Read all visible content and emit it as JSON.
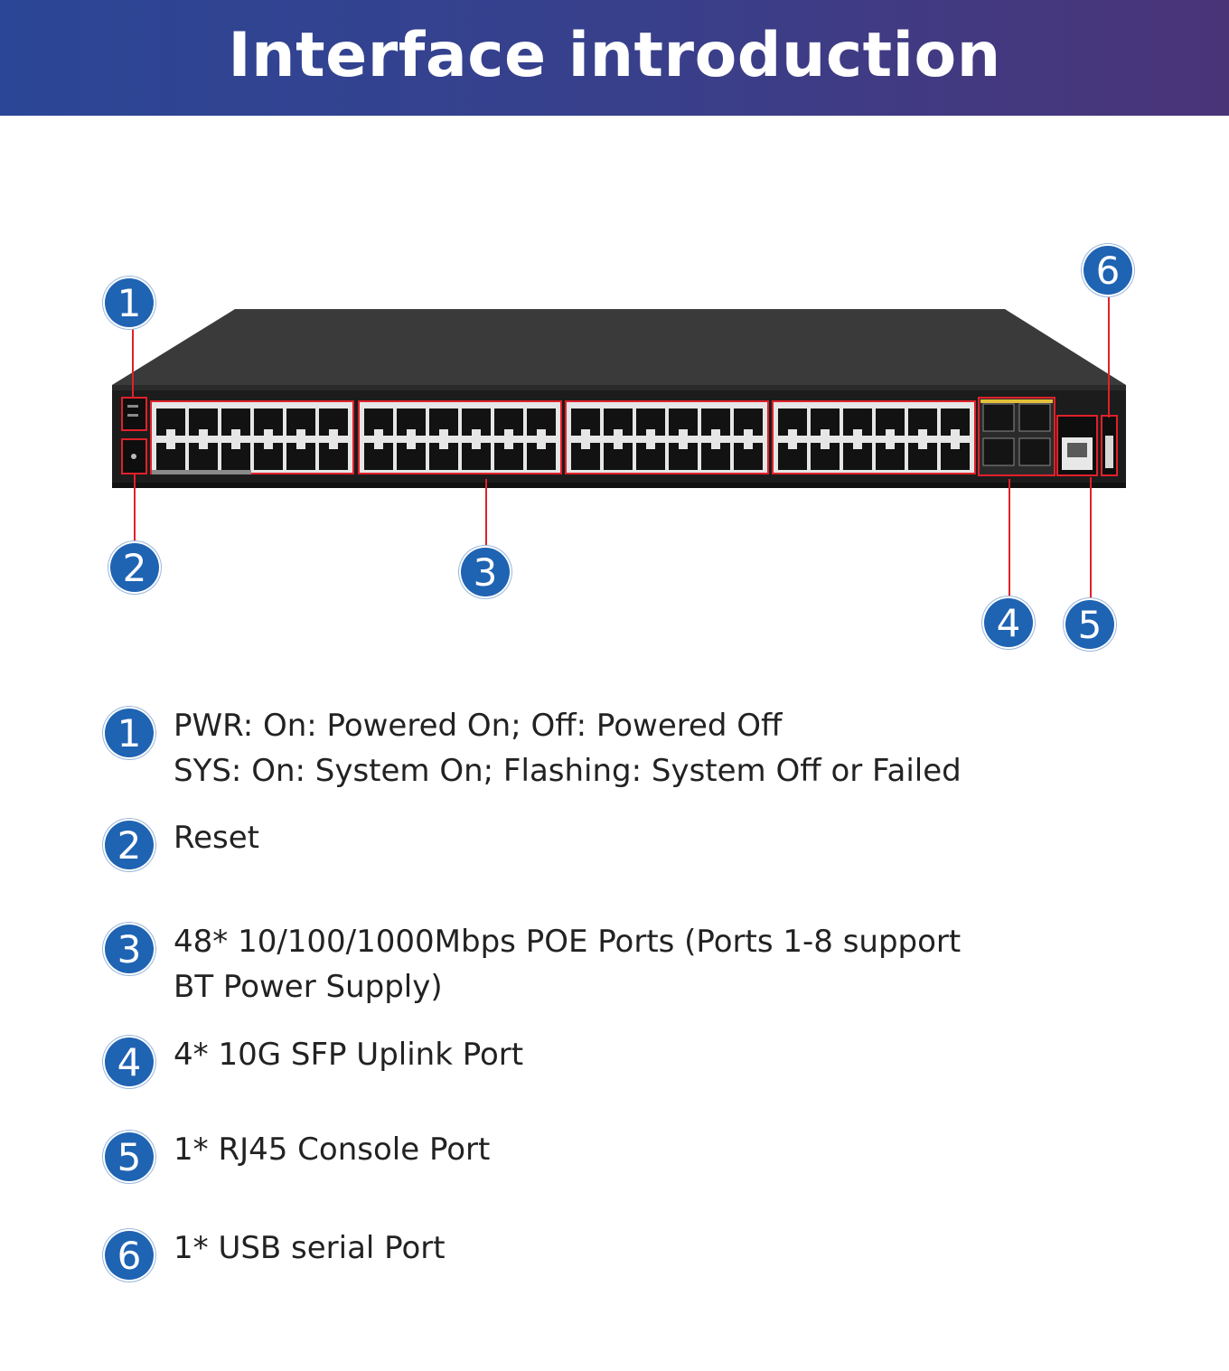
{
  "header": {
    "title": "Interface introduction"
  },
  "colors": {
    "banner_start": "#2b4696",
    "banner_end": "#4a3478",
    "badge": "#1f63b3",
    "callout_line": "#e0212a"
  },
  "callouts": {
    "c1": "1",
    "c2": "2",
    "c3": "3",
    "c4": "4",
    "c5": "5",
    "c6": "6"
  },
  "legend": [
    {
      "number": "1",
      "lines": [
        "PWR:  On: Powered On; Off: Powered Off",
        "SYS: On: System On; Flashing: System Off or Failed"
      ]
    },
    {
      "number": "2",
      "lines": [
        "Reset"
      ]
    },
    {
      "number": "3",
      "lines": [
        "48* 10/100/1000Mbps POE Ports (Ports 1-8 support",
        "BT Power Supply)"
      ]
    },
    {
      "number": "4",
      "lines": [
        "4* 10G  SFP Uplink Port"
      ]
    },
    {
      "number": "5",
      "lines": [
        "1* RJ45 Console Port"
      ]
    },
    {
      "number": "6",
      "lines": [
        "1* USB serial Port"
      ]
    }
  ]
}
